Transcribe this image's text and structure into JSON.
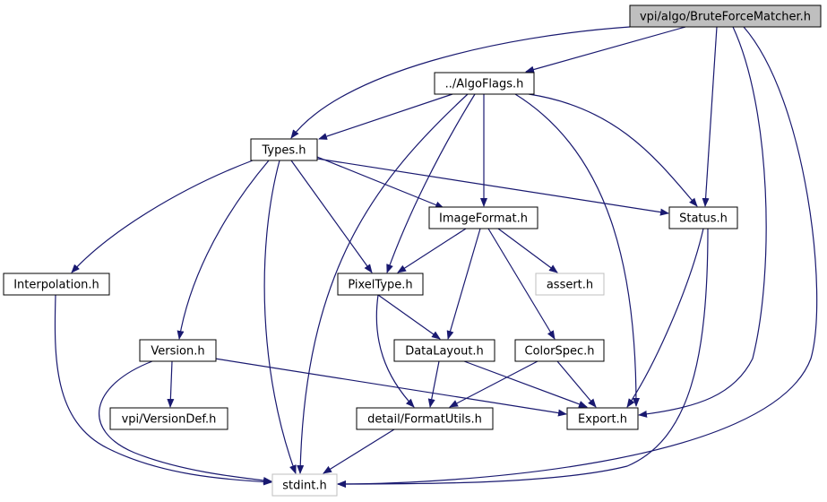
{
  "graph": {
    "colors": {
      "edge": "#191970",
      "node_border": "#000000",
      "node_border_external": "#bfbfbf",
      "root_fill": "#bfbfbf",
      "node_fill": "#ffffff"
    },
    "nodes": [
      {
        "id": "root",
        "label": "vpi/algo/BruteForceMatcher.h",
        "kind": "root"
      },
      {
        "id": "algoflags",
        "label": "../AlgoFlags.h",
        "kind": "header"
      },
      {
        "id": "types",
        "label": "Types.h",
        "kind": "header"
      },
      {
        "id": "imageformat",
        "label": "ImageFormat.h",
        "kind": "header"
      },
      {
        "id": "status",
        "label": "Status.h",
        "kind": "header"
      },
      {
        "id": "interpolation",
        "label": "Interpolation.h",
        "kind": "header"
      },
      {
        "id": "pixeltype",
        "label": "PixelType.h",
        "kind": "header"
      },
      {
        "id": "assert",
        "label": "assert.h",
        "kind": "external"
      },
      {
        "id": "version",
        "label": "Version.h",
        "kind": "header"
      },
      {
        "id": "datalayout",
        "label": "DataLayout.h",
        "kind": "header"
      },
      {
        "id": "colorspec",
        "label": "ColorSpec.h",
        "kind": "header"
      },
      {
        "id": "versiondef",
        "label": "vpi/VersionDef.h",
        "kind": "header"
      },
      {
        "id": "formatutils",
        "label": "detail/FormatUtils.h",
        "kind": "header"
      },
      {
        "id": "export",
        "label": "Export.h",
        "kind": "header"
      },
      {
        "id": "stdint",
        "label": "stdint.h",
        "kind": "external"
      }
    ],
    "edges": [
      {
        "from": "root",
        "to": "algoflags"
      },
      {
        "from": "root",
        "to": "types"
      },
      {
        "from": "root",
        "to": "status"
      },
      {
        "from": "root",
        "to": "export"
      },
      {
        "from": "root",
        "to": "stdint"
      },
      {
        "from": "algoflags",
        "to": "types"
      },
      {
        "from": "algoflags",
        "to": "imageformat"
      },
      {
        "from": "algoflags",
        "to": "status"
      },
      {
        "from": "algoflags",
        "to": "pixeltype"
      },
      {
        "from": "algoflags",
        "to": "export"
      },
      {
        "from": "algoflags",
        "to": "stdint"
      },
      {
        "from": "types",
        "to": "imageformat"
      },
      {
        "from": "types",
        "to": "status"
      },
      {
        "from": "types",
        "to": "interpolation"
      },
      {
        "from": "types",
        "to": "pixeltype"
      },
      {
        "from": "types",
        "to": "version"
      },
      {
        "from": "types",
        "to": "stdint"
      },
      {
        "from": "imageformat",
        "to": "pixeltype"
      },
      {
        "from": "imageformat",
        "to": "assert"
      },
      {
        "from": "imageformat",
        "to": "datalayout"
      },
      {
        "from": "imageformat",
        "to": "colorspec"
      },
      {
        "from": "status",
        "to": "export"
      },
      {
        "from": "status",
        "to": "stdint"
      },
      {
        "from": "interpolation",
        "to": "stdint"
      },
      {
        "from": "pixeltype",
        "to": "datalayout"
      },
      {
        "from": "pixeltype",
        "to": "formatutils"
      },
      {
        "from": "version",
        "to": "versiondef"
      },
      {
        "from": "version",
        "to": "export"
      },
      {
        "from": "version",
        "to": "stdint"
      },
      {
        "from": "datalayout",
        "to": "formatutils"
      },
      {
        "from": "datalayout",
        "to": "export"
      },
      {
        "from": "colorspec",
        "to": "formatutils"
      },
      {
        "from": "colorspec",
        "to": "export"
      },
      {
        "from": "formatutils",
        "to": "stdint"
      }
    ]
  }
}
